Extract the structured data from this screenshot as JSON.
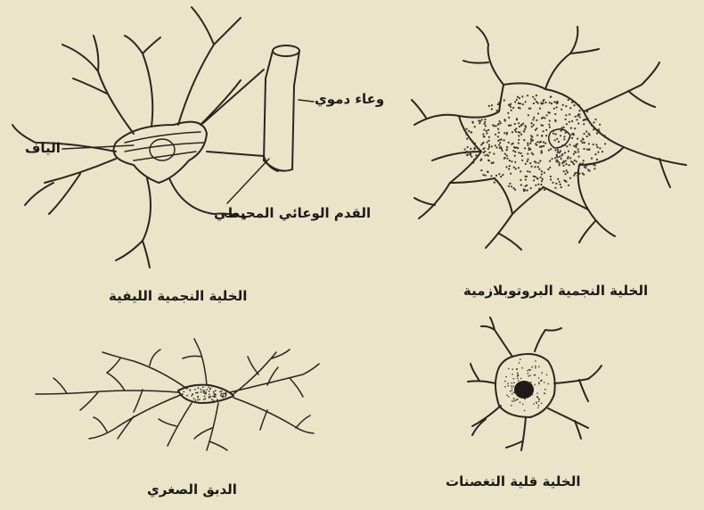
{
  "colors": {
    "paper": "#ebe4c9",
    "ink": "#2a2620",
    "stipple": "#3b352c"
  },
  "figure": {
    "fibrous_astrocyte": {
      "caption": "الخلية النجمية الليفية",
      "labels": {
        "fibers": "الياف",
        "blood_vessel": "وعاء دموي",
        "perivascular_foot": "القدم الوعائي المحيطي"
      }
    },
    "protoplasmic_astrocyte": {
      "caption": "الخلية النجمية البروتوبلازمية"
    },
    "microglia": {
      "caption": "الدبق الصغري"
    },
    "oligodendrocyte": {
      "caption": "الخلية قلية التغصنات"
    }
  }
}
